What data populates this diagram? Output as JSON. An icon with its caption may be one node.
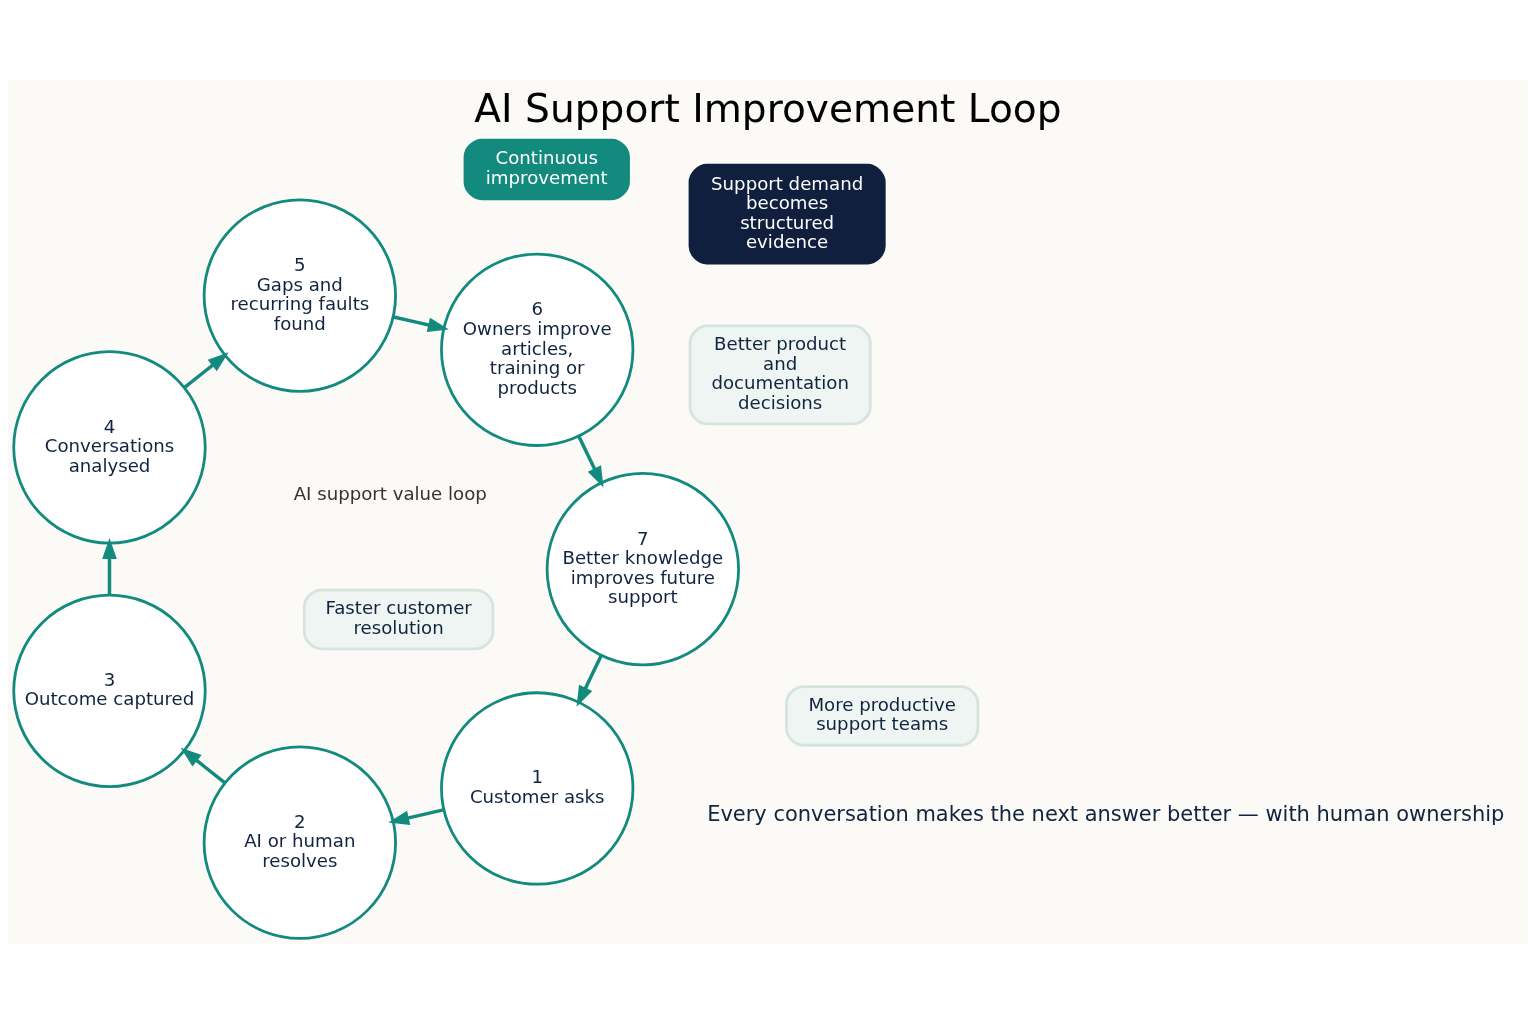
{
  "diagram": {
    "title": "AI Support Improvement Loop",
    "caption": "AI support value loop",
    "nodes": [
      {
        "text": [
          "Continuous improvement"
        ]
      },
      {
        "text": [
          "1",
          "Customer asks"
        ]
      },
      {
        "text": [
          "2",
          "AI or human resolves"
        ]
      },
      {
        "text": [
          "3",
          "Outcome captured"
        ]
      },
      {
        "text": [
          "4",
          "Conversations analysed"
        ]
      },
      {
        "text": [
          "5",
          "Gaps and recurring faults found"
        ]
      },
      {
        "text": [
          "6",
          "Owners improve articles, training or products"
        ]
      },
      {
        "text": [
          "7",
          "Better knowledge improves future support"
        ]
      },
      {
        "text": [
          "Faster customer resolution"
        ]
      },
      {
        "text": [
          "More productive support teams"
        ]
      },
      {
        "text": [
          "Better product and documentation decisions"
        ]
      },
      {
        "text": [
          "Support demand becomes structured evidence"
        ]
      }
    ],
    "edges": [
      {
        "from": 1,
        "to": 2,
        "arrow": "to"
      },
      {
        "from": 2,
        "to": 3,
        "arrow": "to"
      },
      {
        "from": 3,
        "to": 4,
        "arrow": "to"
      },
      {
        "from": 4,
        "to": 5,
        "arrow": "to"
      },
      {
        "from": 5,
        "to": 6,
        "arrow": "to"
      },
      {
        "from": 6,
        "to": 7,
        "arrow": "to"
      },
      {
        "from": 7,
        "to": 1,
        "arrow": "to"
      }
    ],
    "labels": [
      "Every conversation makes the next answer better — with human ownership"
    ]
  }
}
